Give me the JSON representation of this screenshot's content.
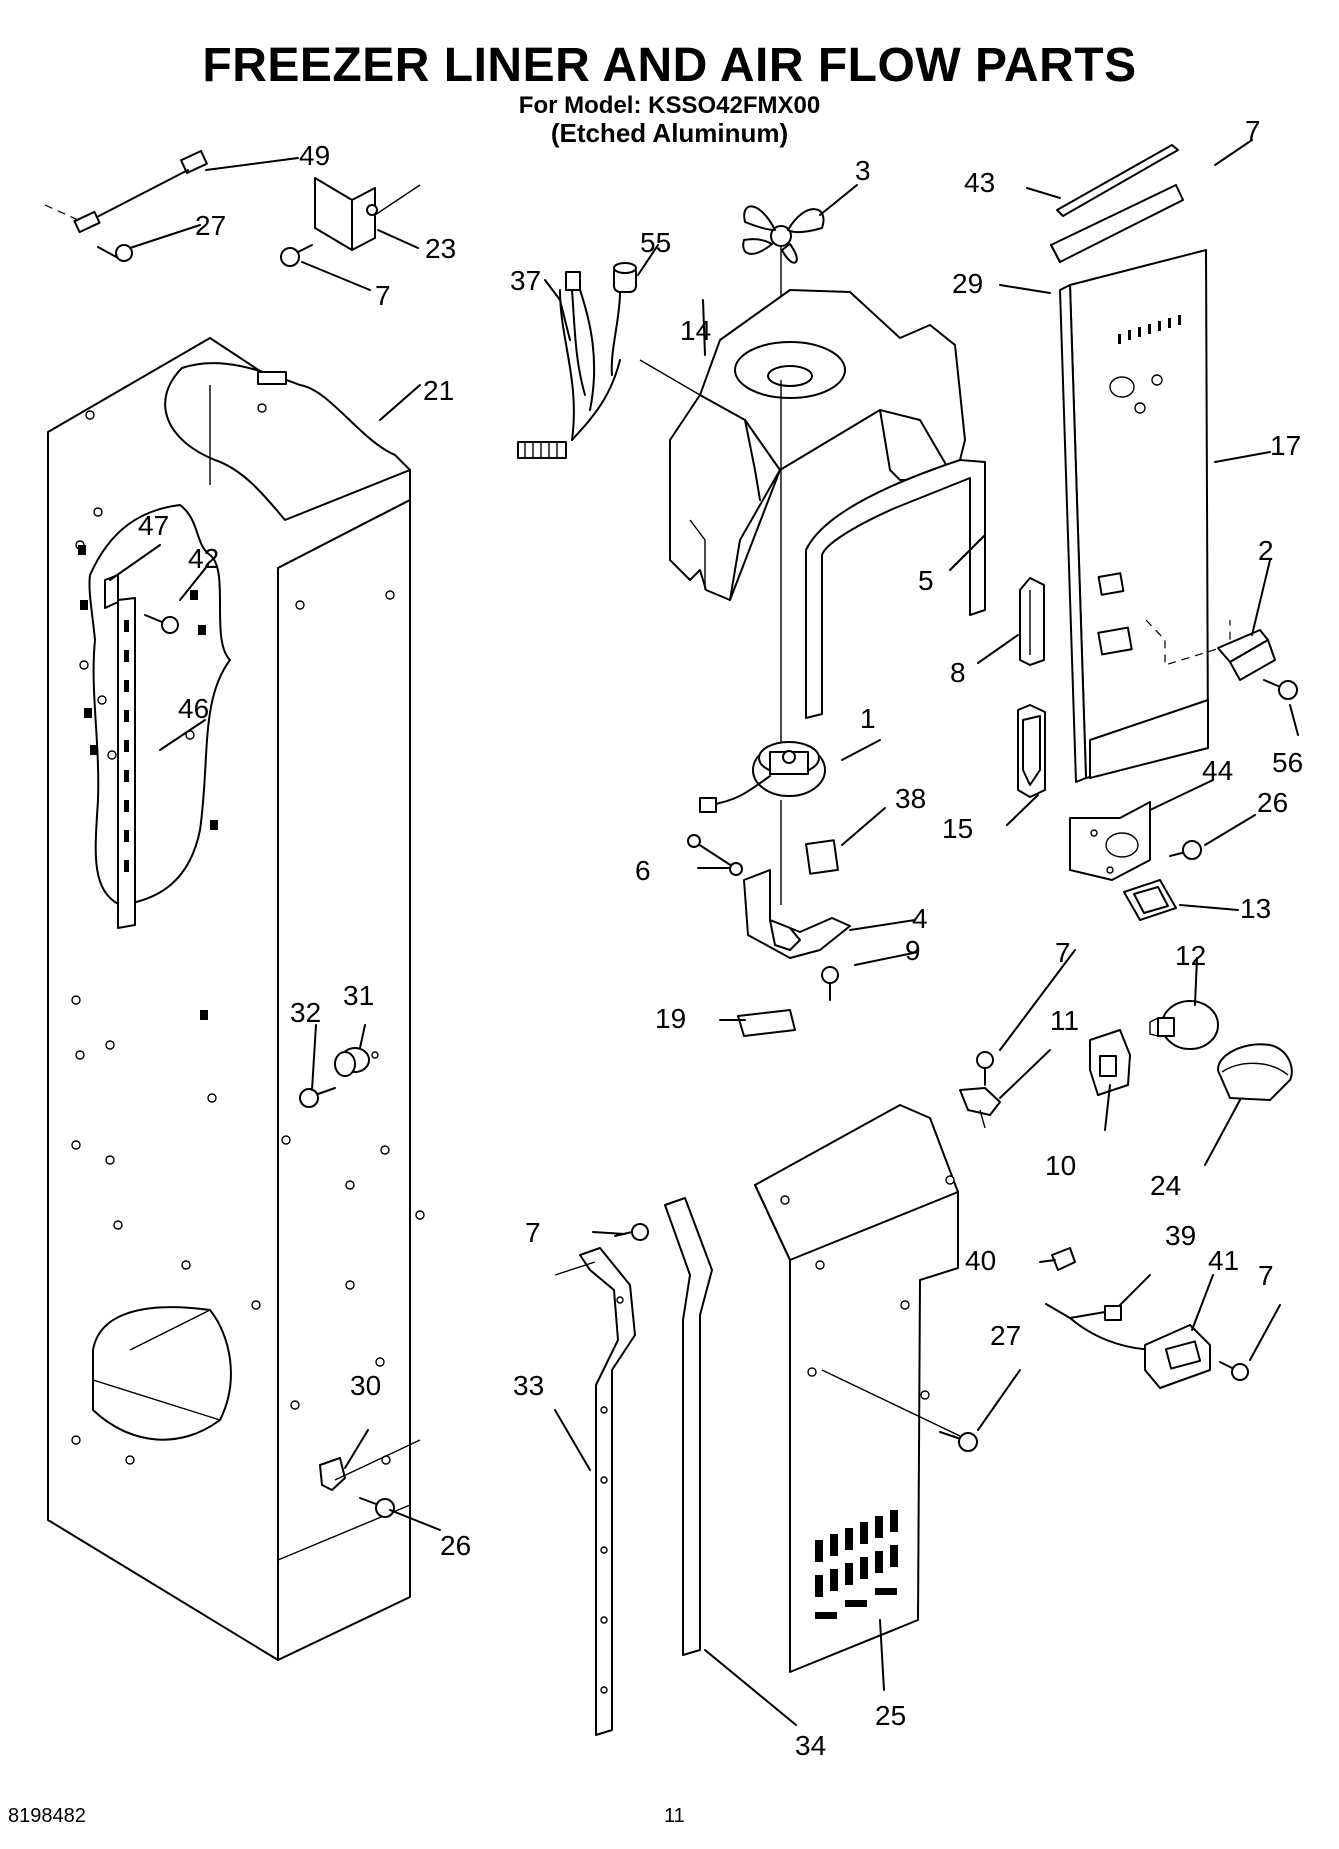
{
  "header": {
    "title": "FREEZER LINER AND AIR FLOW PARTS",
    "model_line": "For Model: KSSO42FMX00",
    "finish_line": "(Etched Aluminum)"
  },
  "footer": {
    "doc_number": "8198482",
    "page_number": "11"
  },
  "callouts": [
    "49",
    "27",
    "23",
    "7",
    "37",
    "55",
    "3",
    "14",
    "7",
    "43",
    "29",
    "21",
    "17",
    "47",
    "42",
    "5",
    "2",
    "46",
    "8",
    "1",
    "56",
    "44",
    "38",
    "15",
    "26",
    "6",
    "4",
    "13",
    "9",
    "7",
    "12",
    "19",
    "32",
    "31",
    "11",
    "10",
    "24",
    "7",
    "40",
    "39",
    "41",
    "7",
    "27",
    "30",
    "33",
    "26",
    "34",
    "25"
  ]
}
